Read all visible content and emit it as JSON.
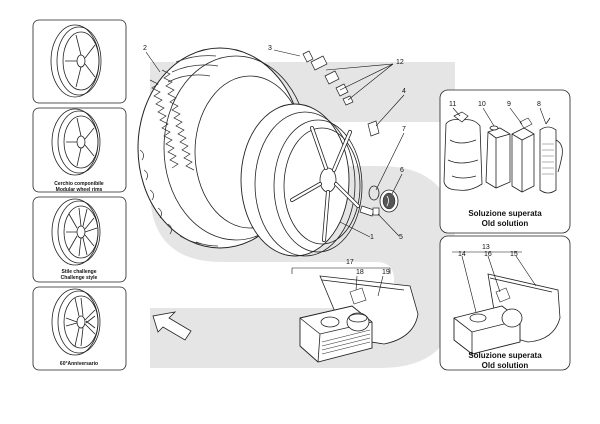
{
  "side_panels": [
    {
      "caption_lines": []
    },
    {
      "caption_lines": [
        "Cerchio componibile",
        "Modular wheel rims"
      ]
    },
    {
      "caption_lines": [
        "Stile challenge",
        "Challenge style"
      ]
    },
    {
      "caption_lines": [
        "60°Anniversario"
      ]
    }
  ],
  "callouts": {
    "n1": "1",
    "n2": "2",
    "n3": "3",
    "n4": "4",
    "n5": "5",
    "n6": "6",
    "n7": "7",
    "n8": "8",
    "n9": "9",
    "n10": "10",
    "n11": "11",
    "n12": "12",
    "n13": "13",
    "n14": "14",
    "n15": "15",
    "n16": "16",
    "n17": "17",
    "n18": "18",
    "n19": "19"
  },
  "old_solution_box_1": {
    "line1": "Soluzione superata",
    "line2": "Old solution"
  },
  "old_solution_box_2": {
    "line1": "Soluzione superata",
    "line2": "Old solution"
  }
}
